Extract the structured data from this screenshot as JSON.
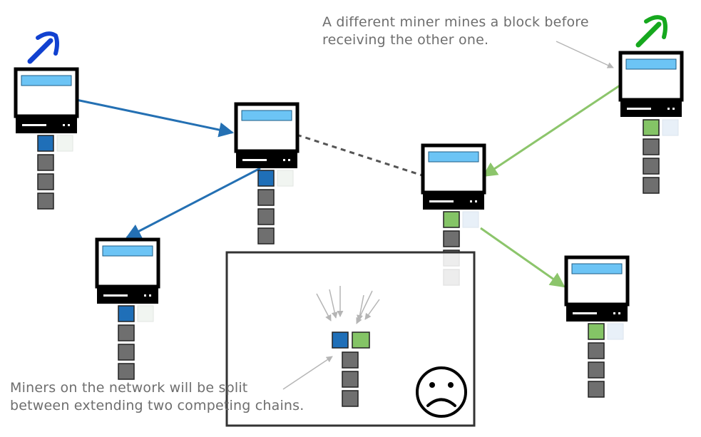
{
  "annotations": {
    "top": [
      "A different miner mines a block before",
      "receiving the other one."
    ],
    "bottom": [
      "Miners on the network will be split",
      "between extending two competing chains."
    ]
  },
  "colors": {
    "blue_block": "#1f6fb8",
    "green_block": "#84c466",
    "grey_block": "#6f6f6f",
    "screen": "#6cc4f5",
    "blue_arrow": "#2470b3",
    "green_arrow": "#8cc56b",
    "pickaxe_blue": "#1141d0",
    "pickaxe_green": "#16a81e"
  },
  "icons": [
    "pickaxe-icon-blue",
    "pickaxe-icon-green",
    "computer-icon",
    "sad-face-icon"
  ]
}
